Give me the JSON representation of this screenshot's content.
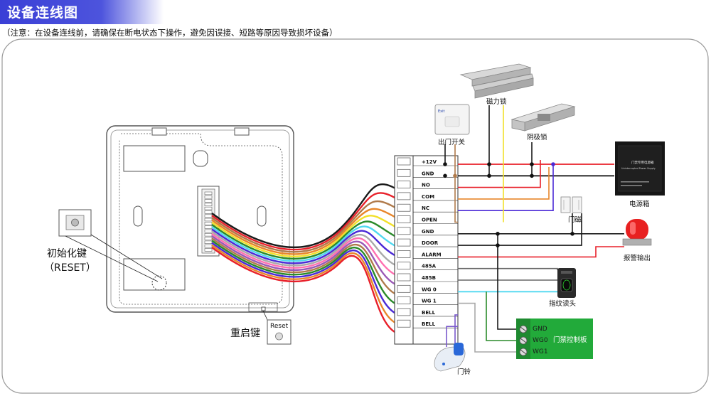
{
  "header": {
    "title": "设备连线图",
    "notice": "（注意：在设备连线前，请确保在断电状态下操作，避免因误接、短路等原因导致损坏设备）",
    "banner_color": "#3a3fd6"
  },
  "terminals": [
    "+12V",
    "GND",
    "NO",
    "COM",
    "NC",
    "OPEN",
    "GND",
    "DOOR",
    "ALARM",
    "485A",
    "485B",
    "WG 0",
    "WG 1",
    "BELL",
    "BELL"
  ],
  "devices": {
    "magnetic_lock": "磁力锁",
    "electric_strike": "阴极锁",
    "exit_button": "出门开关",
    "power_box": "电源箱",
    "power_box_text1": "门禁专用电源箱",
    "power_box_text2": "Uninterrupted Power Supply",
    "door_sensor": "门磁",
    "alarm_output": "报警输出",
    "fingerprint_reader": "指纹读头",
    "controller_board": "门禁控制板",
    "controller_pins": [
      "GND",
      "WG0",
      "WG1"
    ],
    "doorbell": "门铃",
    "init_key_line1": "初始化键",
    "init_key_line2": "（RESET）",
    "restart_key": "重启键",
    "reset_button": "Reset",
    "exit_button_brand": "Exit"
  },
  "colors": {
    "red": "#e8202a",
    "black": "#1a1a1a",
    "brown": "#b07a4a",
    "orange": "#e8862a",
    "purple": "#4b2ad6",
    "yellow": "#f2e02a",
    "green": "#2a8a2a",
    "light_blue": "#4fd8f0",
    "grey": "#a9a9a9",
    "bell_purple": "#7a5acc",
    "pink": "#e89aa0"
  }
}
